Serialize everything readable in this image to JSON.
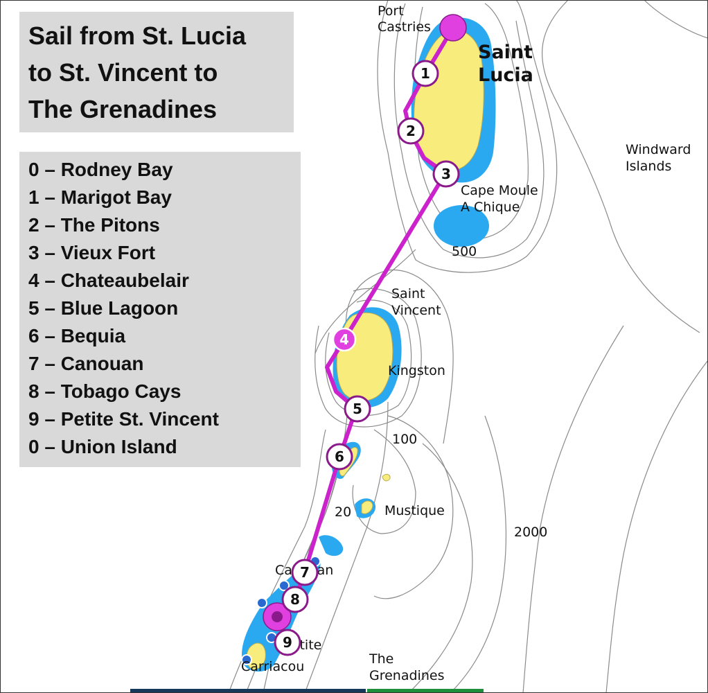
{
  "title": {
    "lines": [
      "Sail from St. Lucia",
      "to St. Vincent to",
      "The Grenadines"
    ]
  },
  "legend": [
    "0 – Rodney Bay",
    "1 – Marigot Bay",
    "2 – The Pitons",
    "3 – Vieux Fort",
    "4 – Chateaubelair",
    "5 – Blue Lagoon",
    "6 – Bequia",
    "7 – Canouan",
    "8 – Tobago Cays",
    "9 – Petite St. Vincent",
    "0 – Union Island"
  ],
  "map_labels": {
    "port_castries_1": "Port",
    "port_castries_2": "Castries",
    "saint_lucia_1": "Saint",
    "saint_lucia_2": "Lucia",
    "windward_1": "Windward",
    "windward_2": "Islands",
    "cape_moule_1": "Cape Moule",
    "cape_moule_2": "A Chique",
    "saint_vincent_1": "Saint",
    "saint_vincent_2": "Vincent",
    "kingston": "Kingston",
    "mustique": "Mustique",
    "canouan": "Canouan",
    "petite": "Petite",
    "carriacou": "Carriacou",
    "grenadines_1": "The",
    "grenadines_2": "Grenadines",
    "depth_500": "500",
    "depth_100": "100",
    "depth_20": "20",
    "depth_2000": "2000"
  },
  "waypoints": [
    "1",
    "2",
    "3",
    "4",
    "5",
    "6",
    "7",
    "8",
    "9"
  ],
  "colors": {
    "route": "#cc22cc",
    "waypoint_ring": "#8a1a8a",
    "waypoint_highlight": "#e040e0",
    "land": "#f8ec7c",
    "shallow": "#2aa9f0",
    "contour": "#8a8a8a",
    "panel": "#d9d9d9",
    "bar_navy": "#16385a",
    "bar_green": "#1e8f3a"
  }
}
